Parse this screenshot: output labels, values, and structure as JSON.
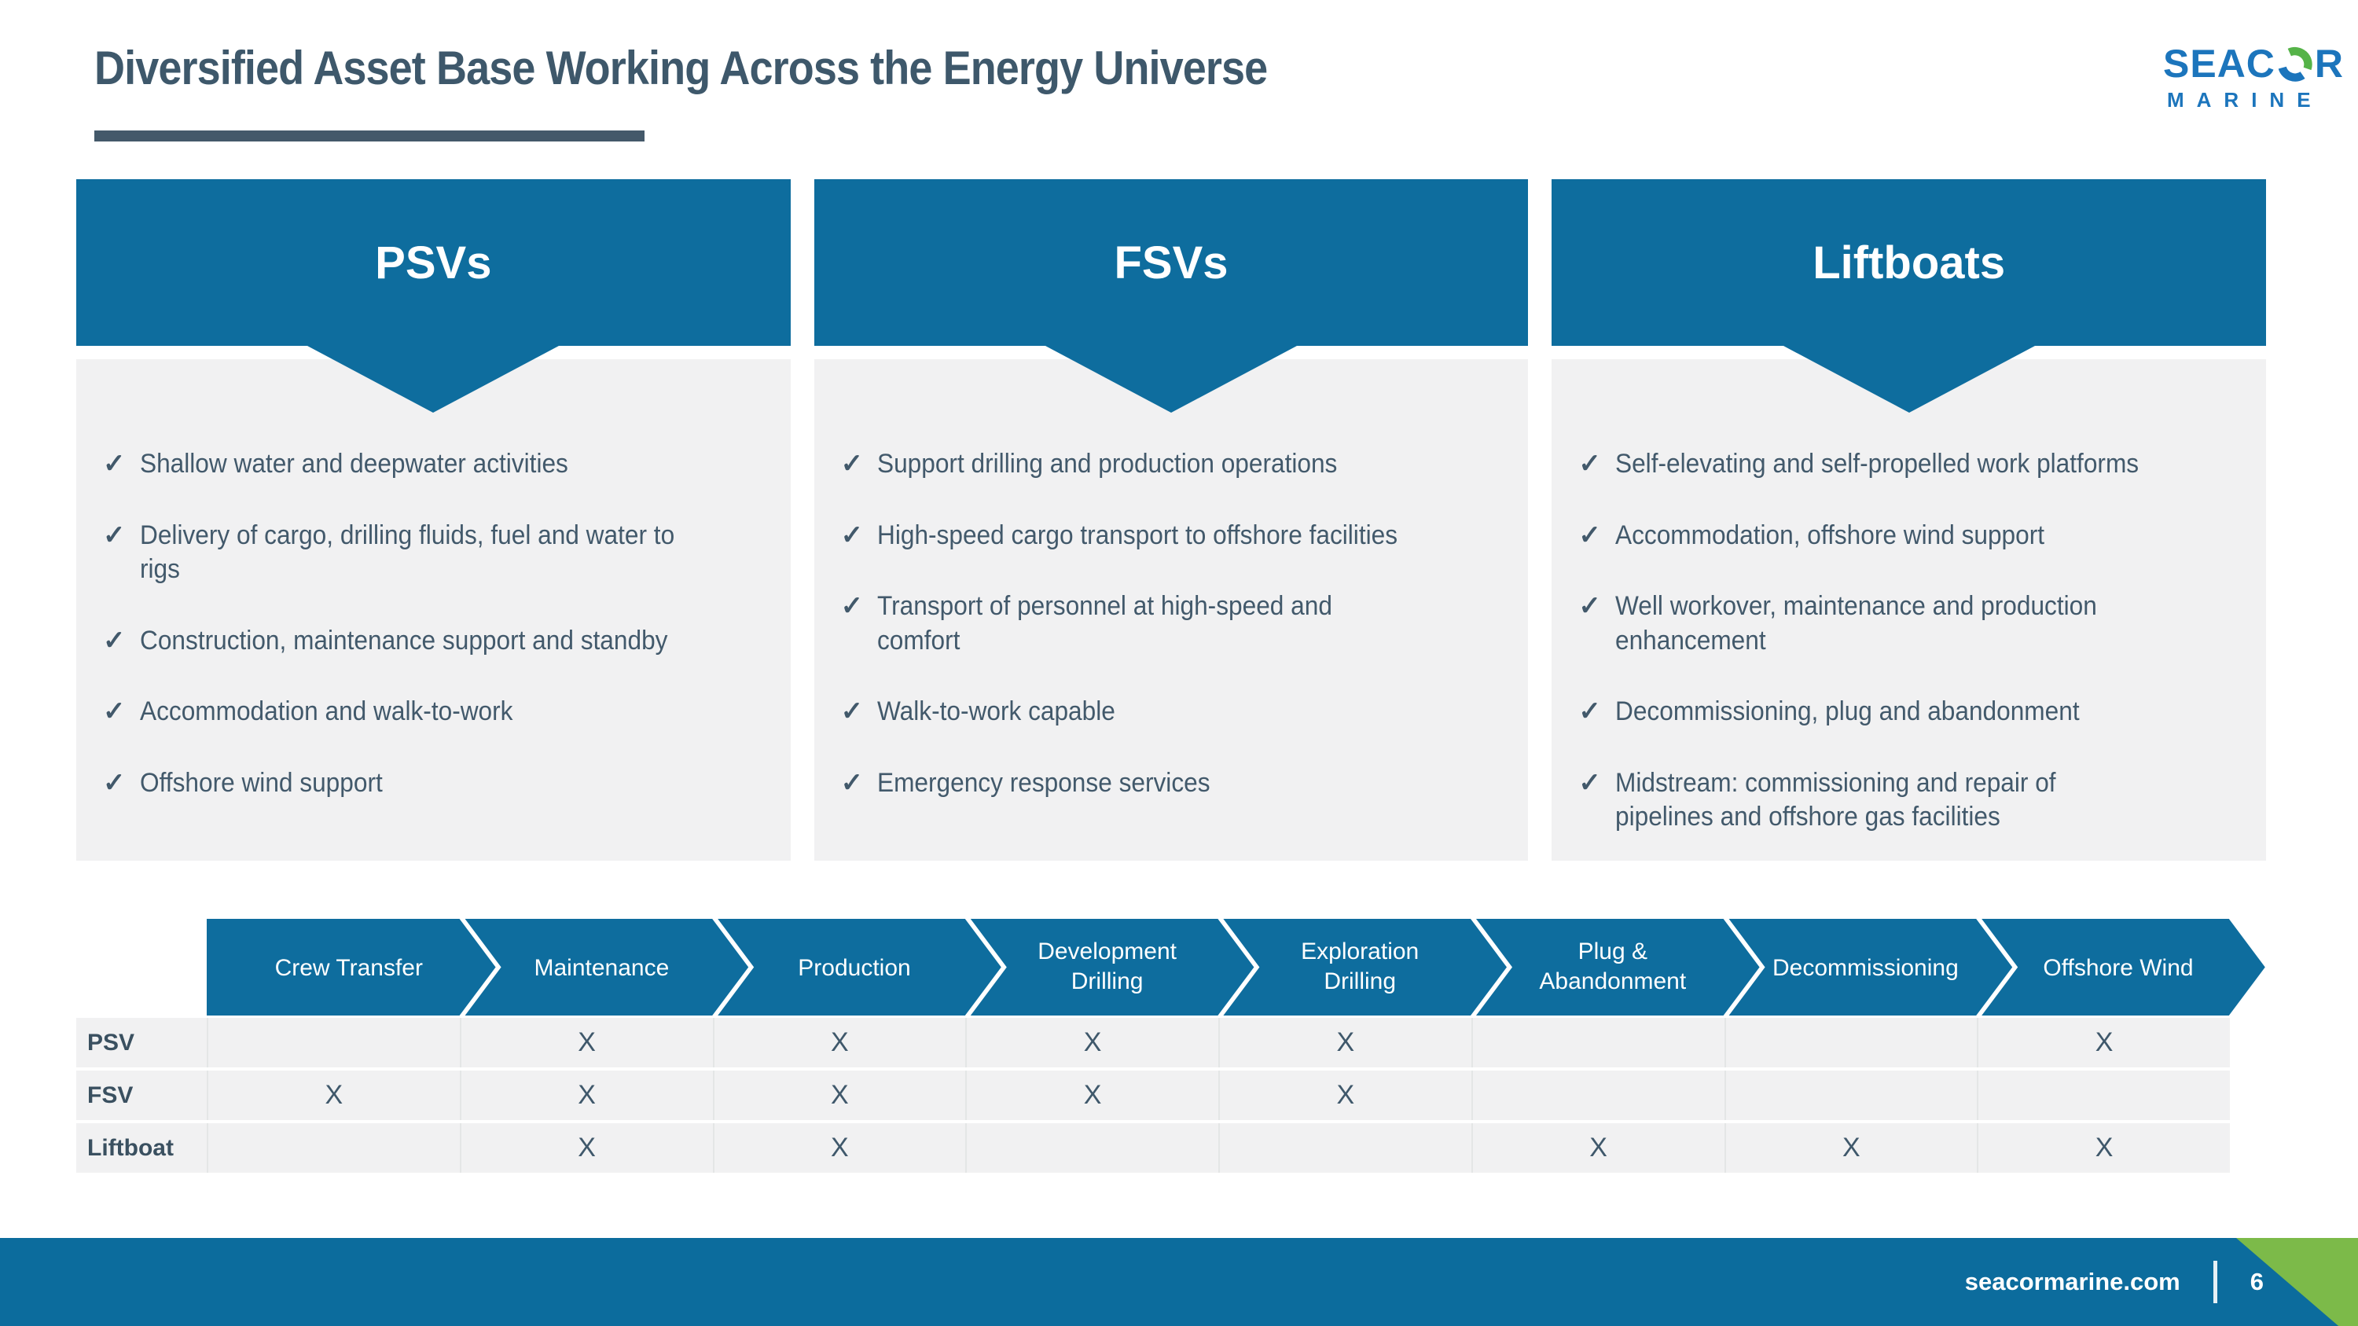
{
  "title": "Diversified Asset Base Working Across the Energy Universe",
  "logo": {
    "primary": "SEACOR",
    "primary_left": "SEAC",
    "primary_right": "R",
    "secondary": "MARINE",
    "swirl_icon": "circular-arrows-o"
  },
  "icons": {
    "check_glyph": "✓"
  },
  "colors": {
    "header_blue": "#0E6D9E",
    "footer_blue": "#0C6C9D",
    "slate_text": "#42596B",
    "title_text": "#3E586B",
    "panel_gray": "#F1F1F2",
    "accent_green": "#7CBA49",
    "logo_blue": "#1C75BC",
    "logo_green": "#55B348"
  },
  "vessel_columns": [
    {
      "header": "PSVs",
      "bullets": [
        "Shallow water and deepwater activities",
        "Delivery of cargo, drilling fluids, fuel and water to\nrigs",
        "Construction, maintenance support and standby",
        "Accommodation and walk-to-work",
        "Offshore wind support"
      ]
    },
    {
      "header": "FSVs",
      "bullets": [
        "Support drilling and production operations",
        "High-speed cargo transport to offshore facilities",
        "Transport of personnel at high-speed and\ncomfort",
        "Walk-to-work capable",
        "Emergency response services"
      ]
    },
    {
      "header": "Liftboats",
      "bullets": [
        "Self-elevating and self-propelled work platforms",
        "Accommodation, offshore wind support",
        "Well workover, maintenance and production\nenhancement",
        "Decommissioning, plug and abandonment",
        "Midstream: commissioning and repair of\npipelines and offshore gas facilities"
      ]
    }
  ],
  "activity_matrix": {
    "stages": [
      {
        "lines": [
          "Crew Transfer"
        ]
      },
      {
        "lines": [
          "Maintenance"
        ]
      },
      {
        "lines": [
          "Production"
        ]
      },
      {
        "lines": [
          "Development",
          "Drilling"
        ]
      },
      {
        "lines": [
          "Exploration",
          "Drilling"
        ]
      },
      {
        "lines": [
          "Plug &",
          "Abandonment"
        ]
      },
      {
        "lines": [
          "Decommissioning"
        ]
      },
      {
        "lines": [
          "Offshore Wind"
        ]
      }
    ],
    "mark": "X",
    "rows": [
      {
        "label": "PSV",
        "cells": [
          "",
          "X",
          "X",
          "X",
          "X",
          "",
          "",
          "X"
        ]
      },
      {
        "label": "FSV",
        "cells": [
          "X",
          "X",
          "X",
          "X",
          "X",
          "",
          "",
          ""
        ]
      },
      {
        "label": "Liftboat",
        "cells": [
          "",
          "X",
          "X",
          "",
          "",
          "X",
          "X",
          "X"
        ]
      }
    ]
  },
  "footer": {
    "website": "seacormarine.com",
    "divider": "|",
    "page_number": "6"
  }
}
